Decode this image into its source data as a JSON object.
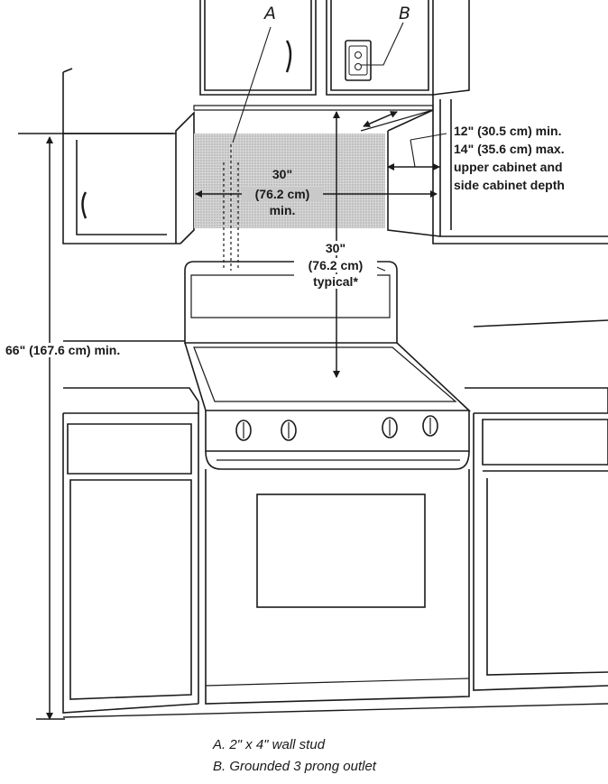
{
  "callouts": {
    "a": "A",
    "b": "B"
  },
  "dims": {
    "side_min": "12\" (30.5 cm) min.",
    "side_max": "14\" (35.6 cm) max.",
    "side_desc_1": "upper cabinet and",
    "side_desc_2": "side cabinet depth",
    "width_1": "30\"",
    "width_2": "(76.2 cm)",
    "width_3": "min.",
    "height_1": "30\"",
    "height_2": "(76.2 cm)",
    "height_3": "typical*",
    "floor_height": "66\" (167.6 cm) min."
  },
  "legend": {
    "a": "A. 2\" x 4\" wall stud",
    "b": "B. Grounded 3 prong outlet"
  },
  "colors": {
    "line": "#1a1a1a",
    "shade": "#c9c9c9"
  }
}
